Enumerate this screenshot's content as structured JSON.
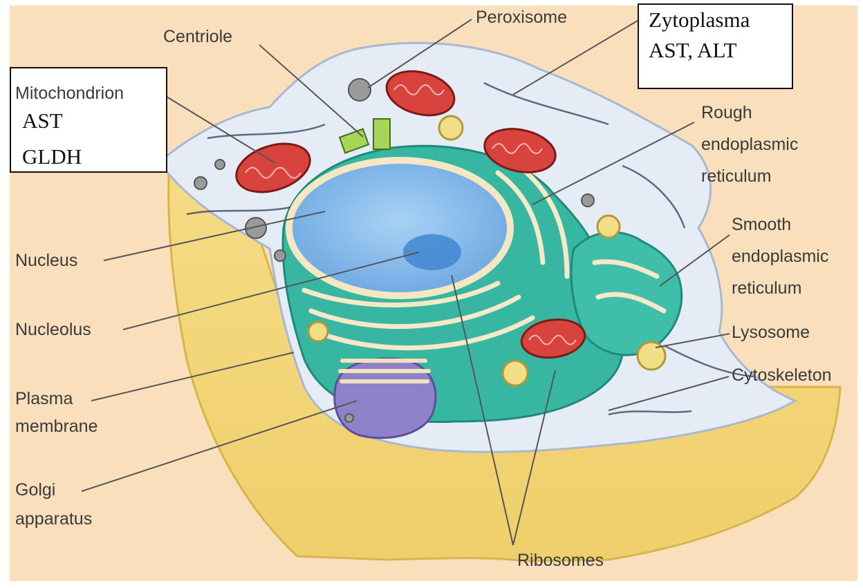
{
  "labels": {
    "centriole": "Centriole",
    "peroxisome": "Peroxisome",
    "mitochondrion": "Mitochondrion",
    "rough_er": [
      "Rough",
      "endoplasmic",
      "reticulum"
    ],
    "nucleus": "Nucleus",
    "smooth_er": [
      "Smooth",
      "endoplasmic",
      "reticulum"
    ],
    "nucleolus": "Nucleolus",
    "lysosome": "Lysosome",
    "cytoskeleton": "Cytoskeleton",
    "plasma_membrane": [
      "Plasma",
      "membrane"
    ],
    "golgi": [
      "Golgi",
      "apparatus"
    ],
    "ribosomes": "Ribosomes"
  },
  "annotation_boxes": {
    "mitochondrion_enzymes": [
      "AST",
      "GLDH"
    ],
    "cytoplasm_enzymes": [
      "Zytoplasma",
      "AST, ALT"
    ]
  },
  "colors": {
    "background": "#f9dfbc",
    "membrane_outer": "#f2d477",
    "cytoplasm": "#e6ecf6",
    "nucleus": "#8fc0ee",
    "rough_er": "#37b6a2",
    "mitochondrion": "#d9433d",
    "golgi": "#8f82c9",
    "lysosome": "#f1de86",
    "leader_line": "#555555"
  }
}
